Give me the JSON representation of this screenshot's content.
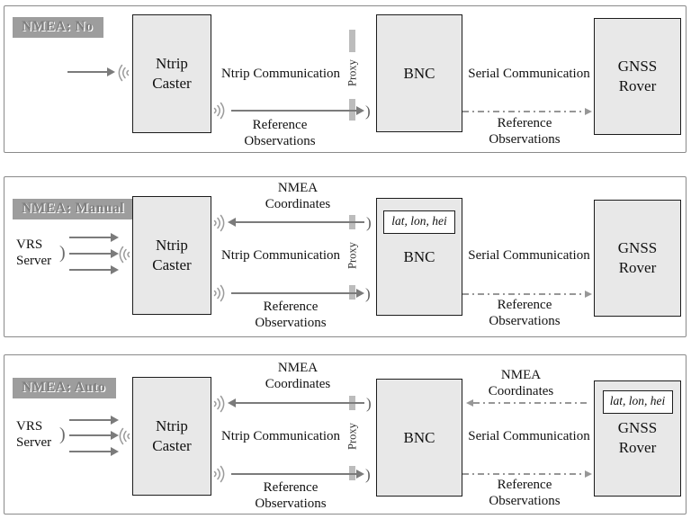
{
  "colors": {
    "box_fill": "#e8e8e8",
    "box_border": "#1c1c1c",
    "badge_bg": "#9d9d9d",
    "badge_shadow": "#ffffff",
    "solid_arrow": "#7b7b7b",
    "dash_arrow": "#979797",
    "proxy_tick": "#bcbcbc",
    "panel_border": "#8a8a8a",
    "waves": "#9b9b9b"
  },
  "icons": {
    "emit_arc": ")",
    "radio_waves": ")))"
  },
  "panels": [
    {
      "badge": "NMEA: No",
      "caster_label": "Ntrip Caster",
      "bnc_label": "BNC",
      "rover_label": "GNSS Rover",
      "proxy_label": "Proxy",
      "ntrip_communication": "Ntrip Communication",
      "serial_communication": "Serial Communication",
      "reference_observations_left": "Reference Observations",
      "reference_observations_right": "Reference Observations"
    },
    {
      "badge": "NMEA: Manual",
      "vrs_label": "VRS Server",
      "caster_label": "Ntrip Caster",
      "bnc_label": "BNC",
      "bnc_coords": "lat, lon, hei",
      "rover_label": "GNSS Rover",
      "proxy_label": "Proxy",
      "nmea_coordinates_left": "NMEA Coordinates",
      "ntrip_communication": "Ntrip Communication",
      "serial_communication": "Serial Communication",
      "reference_observations_left": "Reference Observations",
      "reference_observations_right": "Reference Observations"
    },
    {
      "badge": "NMEA: Auto",
      "vrs_label": "VRS Server",
      "caster_label": "Ntrip Caster",
      "bnc_label": "BNC",
      "rover_label": "GNSS Rover",
      "rover_coords": "lat, lon, hei",
      "proxy_label": "Proxy",
      "nmea_coordinates_left": "NMEA Coordinates",
      "nmea_coordinates_right": "NMEA Coordinates",
      "ntrip_communication": "Ntrip Communication",
      "serial_communication": "Serial Communication",
      "reference_observations_left": "Reference Observations",
      "reference_observations_right": "Reference Observations"
    }
  ]
}
